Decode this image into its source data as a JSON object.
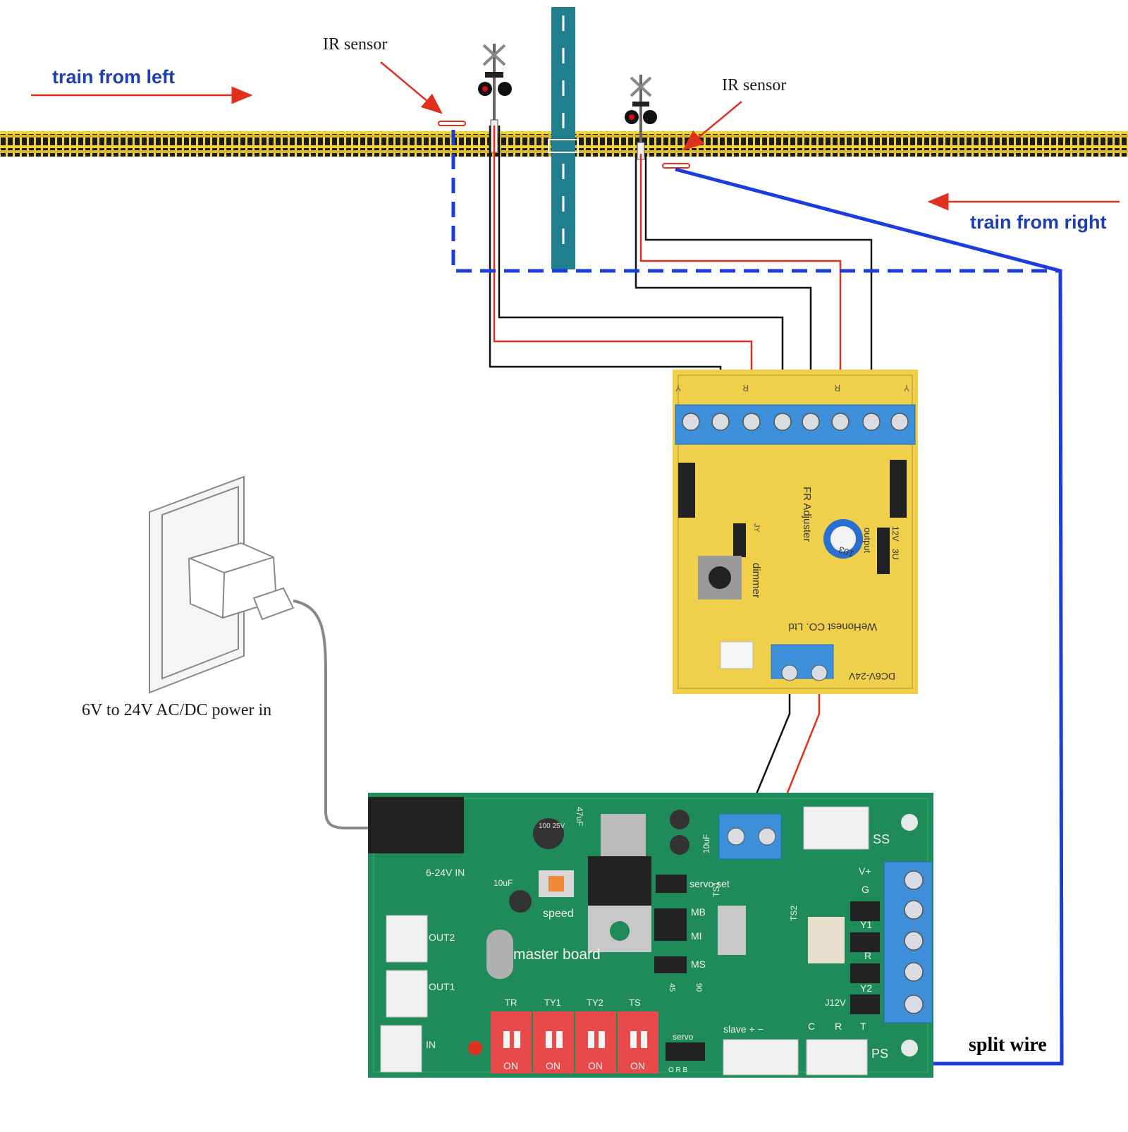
{
  "labels": {
    "ir_sensor_left": "IR sensor",
    "ir_sensor_right": "IR sensor",
    "train_from_left": "train from left",
    "train_from_right": "train from right",
    "power_in": "6V to 24V AC/DC power in",
    "split_wire": "split wire"
  },
  "driver_board": {
    "adjuster": "FR Adjuster",
    "dimmer": "dimmer",
    "output": "output",
    "brand": "WeHonest CO. Ltd",
    "voltage": "DC6V-24V",
    "cap": "103",
    "v12": "12V",
    "v3": "3U",
    "y": "Y",
    "r": "R",
    "j": "JY"
  },
  "master_board": {
    "title": "master board",
    "input": "6-24V IN",
    "speed": "speed",
    "servo_set": "servo set",
    "slave": "slave + −",
    "servo": "servo",
    "servo_pins": "O R B",
    "out1": "OUT1",
    "out2": "OUT2",
    "in": "IN",
    "ss": "SS",
    "ps": "PS",
    "j12v": "J12V",
    "vplus": "V+",
    "g": "G",
    "y1": "Y1",
    "r": "R",
    "y2": "Y2",
    "mb": "MB",
    "mi": "MI",
    "ms": "MS",
    "ts1": "TS1",
    "ts2": "TS2",
    "c": "C",
    "t": "T",
    "cap47": "47uF",
    "cap10a": "10uF",
    "cap10b": "10uF",
    "cap100": "100 25V",
    "dip_labels": [
      "TR",
      "TY1",
      "TY2",
      "TS"
    ],
    "dip_on": "ON",
    "deg45": "45",
    "deg90": "90"
  },
  "colors": {
    "track_tie": "#1c1c1c",
    "track_rail": "#f2d43a",
    "road": "#1f7f8c",
    "wire_red": "#e2301e",
    "wire_black": "#111111",
    "wire_blue": "#1b3de0",
    "pcb_yellow": "#f0cf4a",
    "pcb_green": "#1f8a5a",
    "terminal_blue": "#3c8fd8",
    "dip_red": "#e84a4a"
  }
}
